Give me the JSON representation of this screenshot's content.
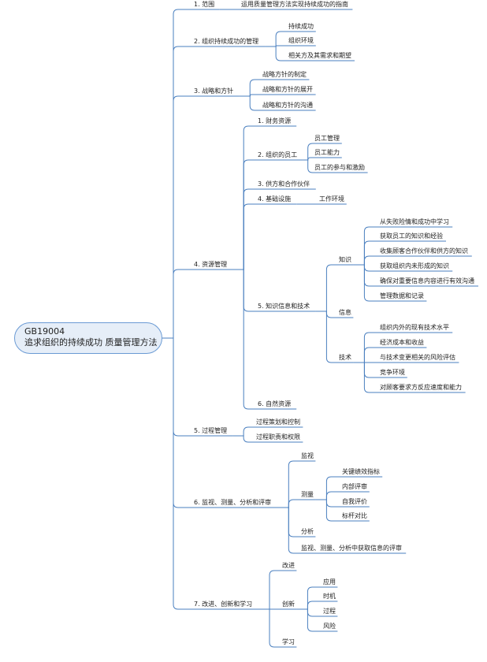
{
  "root": {
    "line1": "GB19004",
    "line2": "追求组织的持续成功 质量管理方法"
  },
  "branches": [
    {
      "label": "1. 范围",
      "children": [
        {
          "label": "运用质量管理方法实现持续成功的指南"
        }
      ]
    },
    {
      "label": "2. 组织持续成功的管理",
      "children": [
        {
          "label": "持续成功"
        },
        {
          "label": "组织环境"
        },
        {
          "label": "相关方及其需求和期望"
        }
      ]
    },
    {
      "label": "3. 战略和方针",
      "children": [
        {
          "label": "战略方针的制定"
        },
        {
          "label": "战略和方针的展开"
        },
        {
          "label": "战略和方针的沟通"
        }
      ]
    },
    {
      "label": "4. 资源管理",
      "children": [
        {
          "label": "1. 财务资源"
        },
        {
          "label": "2. 组织的员工",
          "children": [
            {
              "label": "员工管理"
            },
            {
              "label": "员工能力"
            },
            {
              "label": "员工的参与和激励"
            }
          ]
        },
        {
          "label": "3. 供方和合作伙伴"
        },
        {
          "label": "4. 基础设施",
          "children": [
            {
              "label": "工作环境"
            }
          ]
        },
        {
          "label": "5. 知识信息和技术",
          "children": [
            {
              "label": "知识",
              "children": [
                {
                  "label": "从失败险情和成功中学习"
                },
                {
                  "label": "获取员工的知识和经验"
                },
                {
                  "label": "收集顾客合作伙伴和供方的知识"
                },
                {
                  "label": "获取组织内未形成的知识"
                },
                {
                  "label": "确保对重要信息内容进行有效沟通"
                },
                {
                  "label": "管理数据和记录"
                }
              ]
            },
            {
              "label": "信息"
            },
            {
              "label": "技术",
              "children": [
                {
                  "label": "组织内外的现有技术水平"
                },
                {
                  "label": "经济成本和收益"
                },
                {
                  "label": "与技术变更相关的风险评估"
                },
                {
                  "label": "竞争环境"
                },
                {
                  "label": "对顾客要求方反应速度和能力"
                }
              ]
            }
          ]
        },
        {
          "label": "6. 自然资源"
        }
      ]
    },
    {
      "label": "5. 过程管理",
      "children": [
        {
          "label": "过程策划和控制"
        },
        {
          "label": "过程职责和权限"
        }
      ]
    },
    {
      "label": "6. 监视、测量、分析和评审",
      "children": [
        {
          "label": "监视"
        },
        {
          "label": "测量",
          "children": [
            {
              "label": "关键绩效指标"
            },
            {
              "label": "内部评审"
            },
            {
              "label": "自我评价"
            },
            {
              "label": "标杆对比"
            }
          ]
        },
        {
          "label": "分析"
        },
        {
          "label": "监视、测量、分析中获取信息的评审"
        }
      ]
    },
    {
      "label": "7. 改进、创新和学习",
      "children": [
        {
          "label": "改进"
        },
        {
          "label": "创新",
          "children": [
            {
              "label": "应用"
            },
            {
              "label": "时机"
            },
            {
              "label": "过程"
            },
            {
              "label": "风险"
            }
          ]
        },
        {
          "label": "学习"
        }
      ]
    }
  ],
  "colors": {
    "line": "#4a7fbf",
    "root_fill": "#e6eef8",
    "root_border": "#6a9ad4",
    "text": "#222222"
  }
}
